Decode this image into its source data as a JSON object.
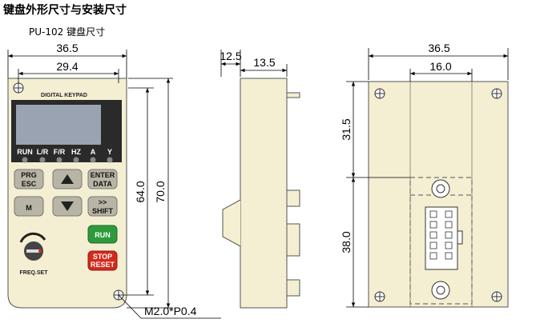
{
  "title": "键盘外形尺寸与安装尺寸",
  "subtitle": "PU-102  键盘尺寸",
  "front": {
    "width_total": "36.5",
    "width_inner": "29.4",
    "height_inner": "64.0",
    "height_total": "70.0",
    "hole_note": "M2.0*P0.4",
    "brand_label": "DIGITAL KEYPAD",
    "led_labels": [
      "RUN",
      "L/R",
      "F/R",
      "HZ",
      "A",
      "Y"
    ],
    "keys": {
      "prg": "PRG",
      "esc": "ESC",
      "enter": "ENTER",
      "data": "DATA",
      "m": "M",
      "shift_arrows": ">>",
      "shift": "SHIFT",
      "run": "RUN",
      "stop": "STOP",
      "reset": "RESET"
    },
    "freq_label": "FREQ.SET"
  },
  "side": {
    "depth_a": "12.5",
    "depth_b": "13.5"
  },
  "back": {
    "width_total": "36.5",
    "width_inner": "16.0",
    "height_upper": "31.5",
    "height_lower": "38.0"
  },
  "colors": {
    "body": "#f4efd2",
    "panel": "#2a2a2a",
    "lcd": "#9aa3b2",
    "key_gray": "#b9b5a6",
    "run_green": "#2e9a3c",
    "stop_red": "#d42a1c"
  }
}
